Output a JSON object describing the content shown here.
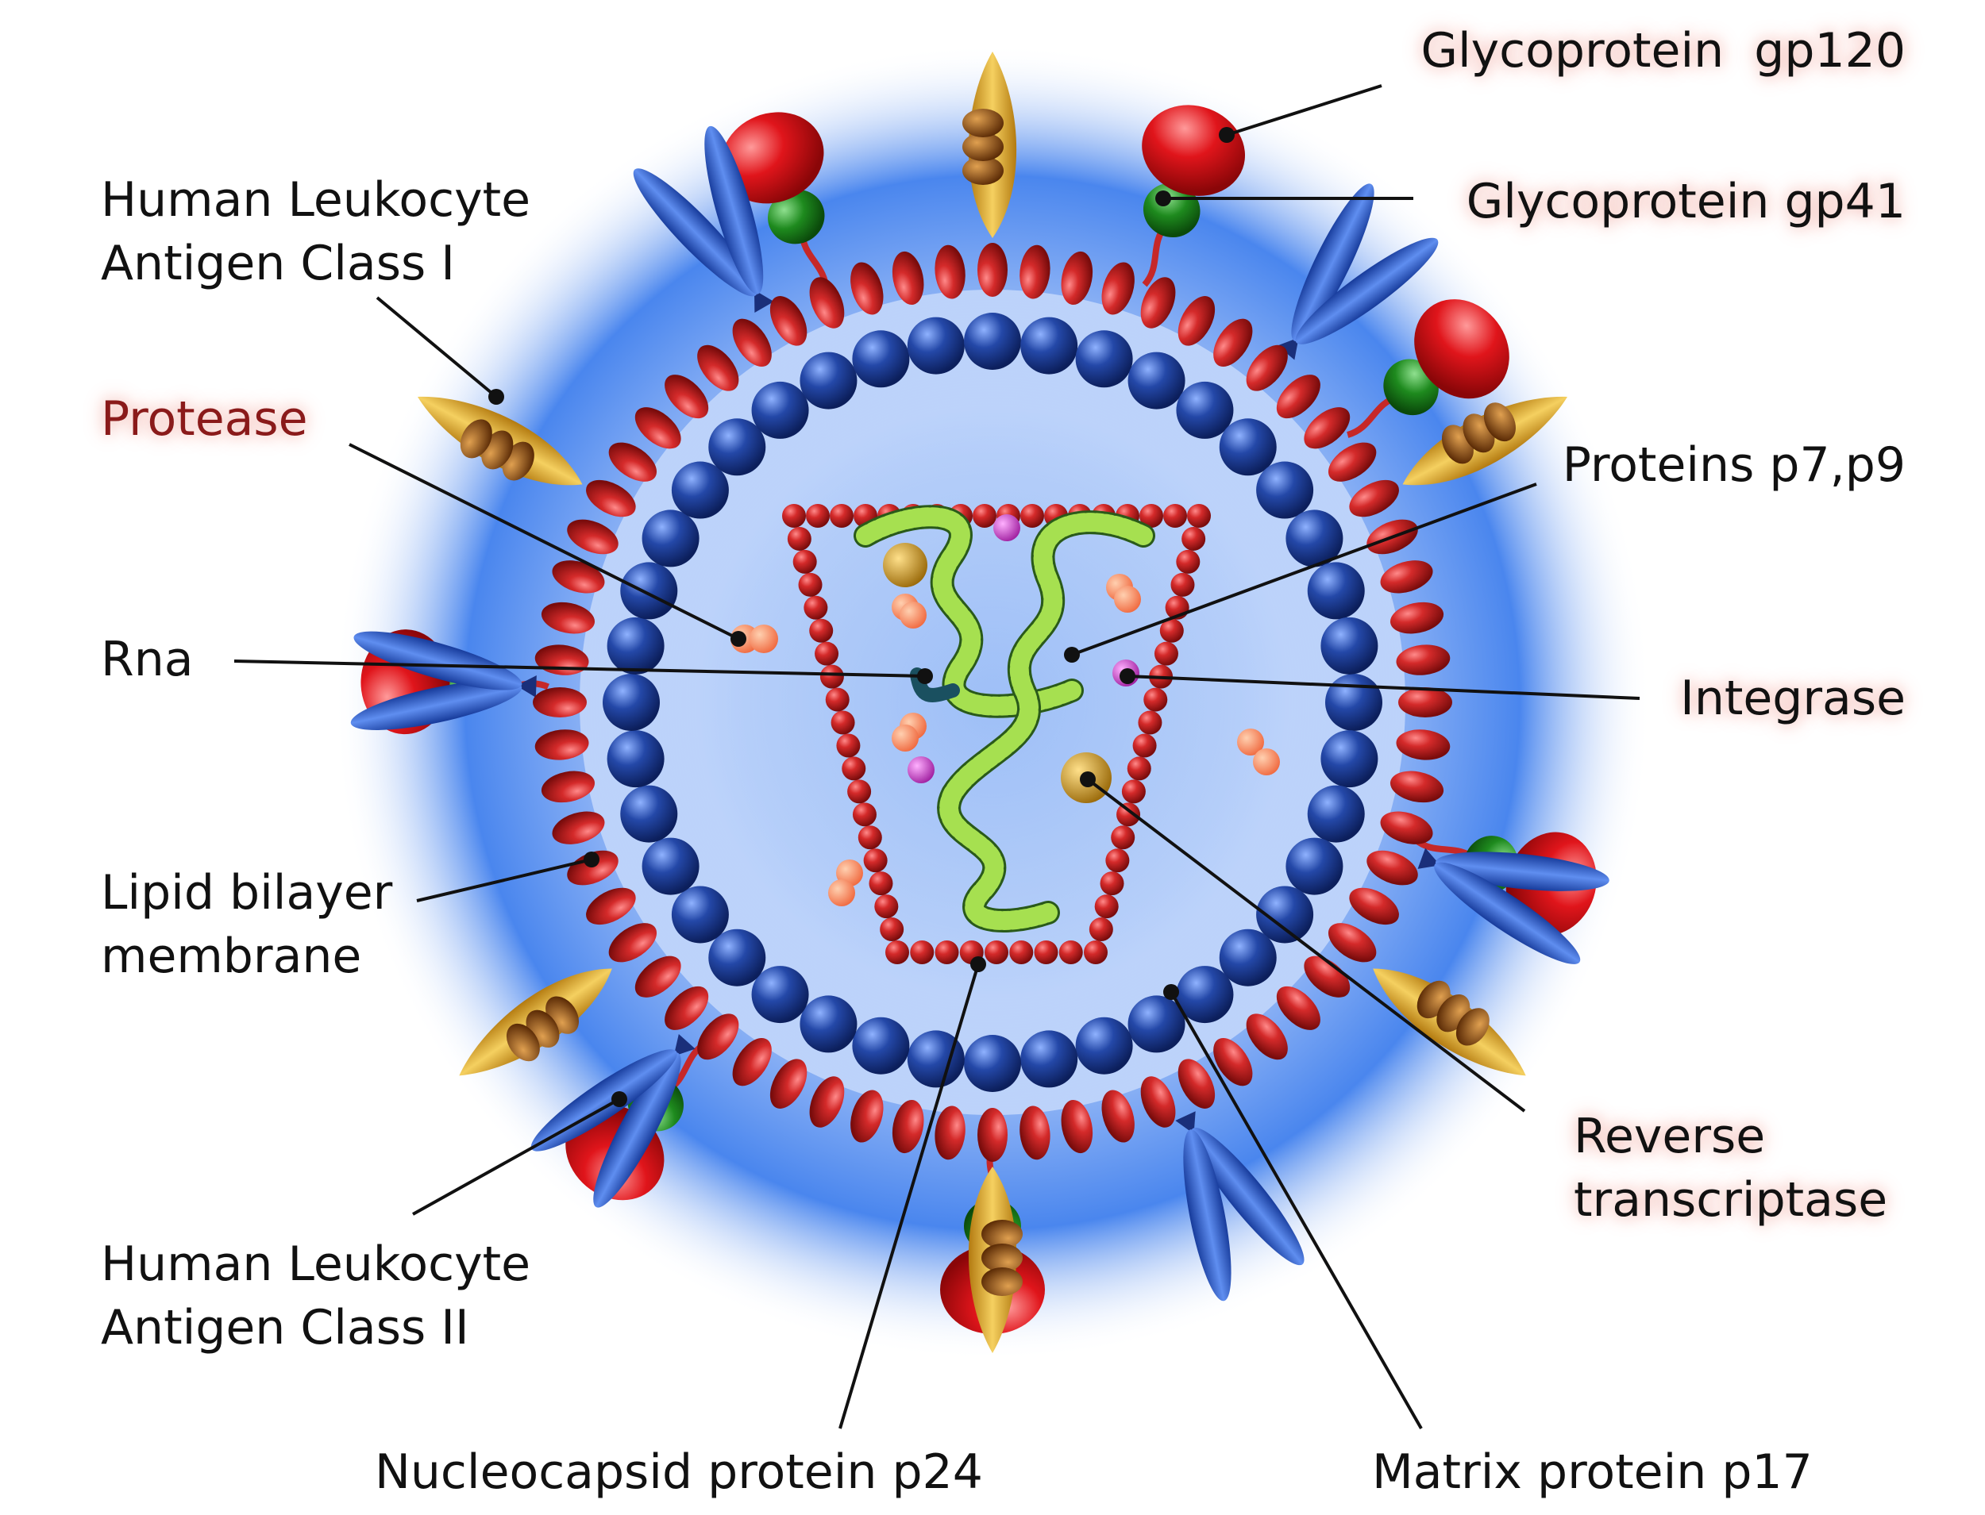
{
  "labels": {
    "gp120": "Glycoprotein  gp120",
    "gp41": "Glycoprotein gp41",
    "hla1": "Human Leukocyte\nAntigen Class I",
    "protease": "Protease",
    "p7p9": "Proteins p7,p9",
    "rna": "Rna",
    "integrase": "Integrase",
    "lipid": "Lipid bilayer\nmembrane",
    "reverse_transcriptase": "Reverse\ntranscriptase",
    "hla2": "Human Leukocyte\nAntigen Class II",
    "p24": "Nucleocapsid protein p24",
    "p17": "Matrix protein p17"
  },
  "colors": {
    "halo": "#3d7cf0",
    "lipid_bead": "#c62828",
    "matrix_bead": "#1f47a8",
    "capsid_bead": "#c41e26",
    "rna_coil": "#8ccf3a",
    "gp120": "#e0151b",
    "gp41": "#1e8a1e",
    "hla": "#1f52c0",
    "gold": "#d4a020",
    "protease": "#ff8a65",
    "integrase": "#cc44cc",
    "leader": "#111111"
  }
}
